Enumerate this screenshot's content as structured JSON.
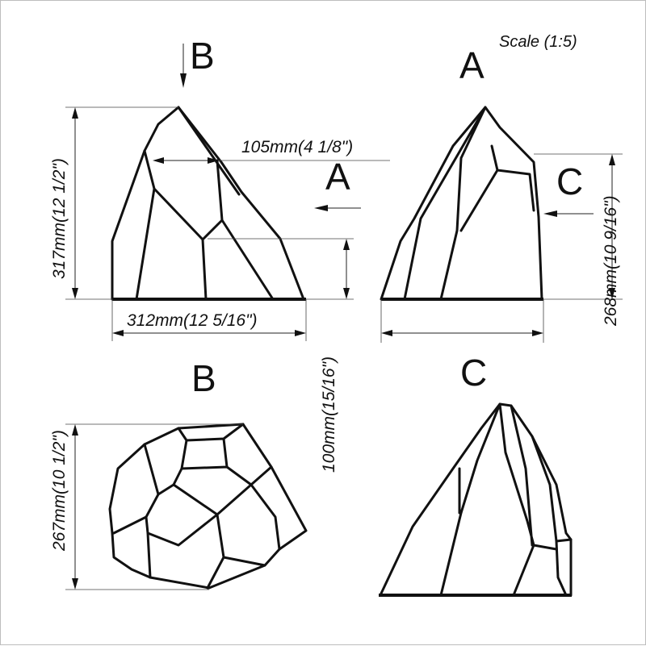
{
  "scale_label": "Scale (1:5)",
  "views": {
    "front": {
      "direction_b": "B",
      "direction_a": "A",
      "height_label": "317mm(12 1/2\")",
      "width_label": "312mm(12 5/16\")",
      "offset_label": "105mm(4 1/8\")",
      "depth_label": "100mm(15/16\")"
    },
    "side_a": {
      "title": "A",
      "direction_c": "C",
      "height_label": "268mm(10 9/16\")"
    },
    "top_b": {
      "title": "B",
      "height_label": "267mm(10 1/2\")"
    },
    "side_c": {
      "title": "C"
    }
  }
}
